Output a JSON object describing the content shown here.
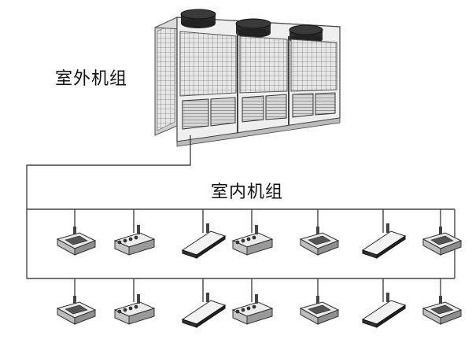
{
  "labels": {
    "outdoor_unit": "室外机组",
    "indoor_units": "室内机组"
  },
  "outdoor_unit": {
    "fan_count": 3
  },
  "indoor_units": {
    "rows": [
      [
        "ceiling-cassette",
        "duct-unit",
        "wall-ceiling-unit",
        "duct-unit",
        "ceiling-cassette",
        "wall-ceiling-unit",
        "ceiling-cassette"
      ],
      [
        "ceiling-cassette",
        "duct-unit",
        "wall-ceiling-unit",
        "duct-unit",
        "ceiling-cassette",
        "wall-ceiling-unit",
        "ceiling-cassette"
      ]
    ]
  }
}
